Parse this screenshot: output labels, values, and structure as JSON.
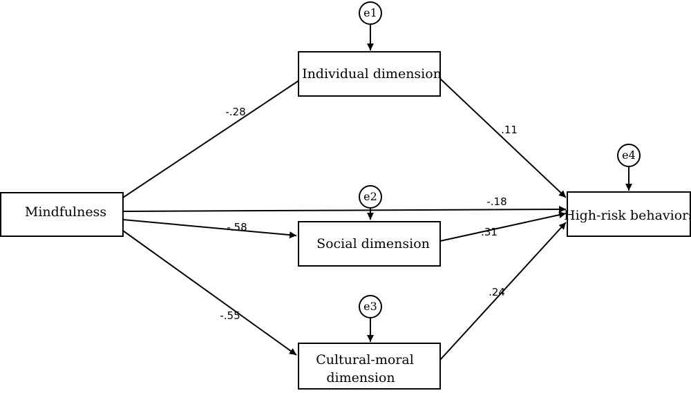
{
  "nodes": {
    "mindfulness": "Mindfulness",
    "individual": "Individual dimension",
    "social": "Social dimension",
    "cultural_line1": "Cultural-moral",
    "cultural_line2": "dimension",
    "high_risk": "High-risk behaviors"
  },
  "errors": {
    "e1": "e1",
    "e2": "e2",
    "e3": "e3",
    "e4": "e4"
  },
  "coefficients": {
    "mind_to_individual": "-.28",
    "mind_to_social": "-.58",
    "mind_to_cultural": "-.55",
    "mind_to_highrisk": "-.18",
    "individual_to_highrisk": ".11",
    "social_to_highrisk": ".31",
    "cultural_to_highrisk": ".24"
  }
}
